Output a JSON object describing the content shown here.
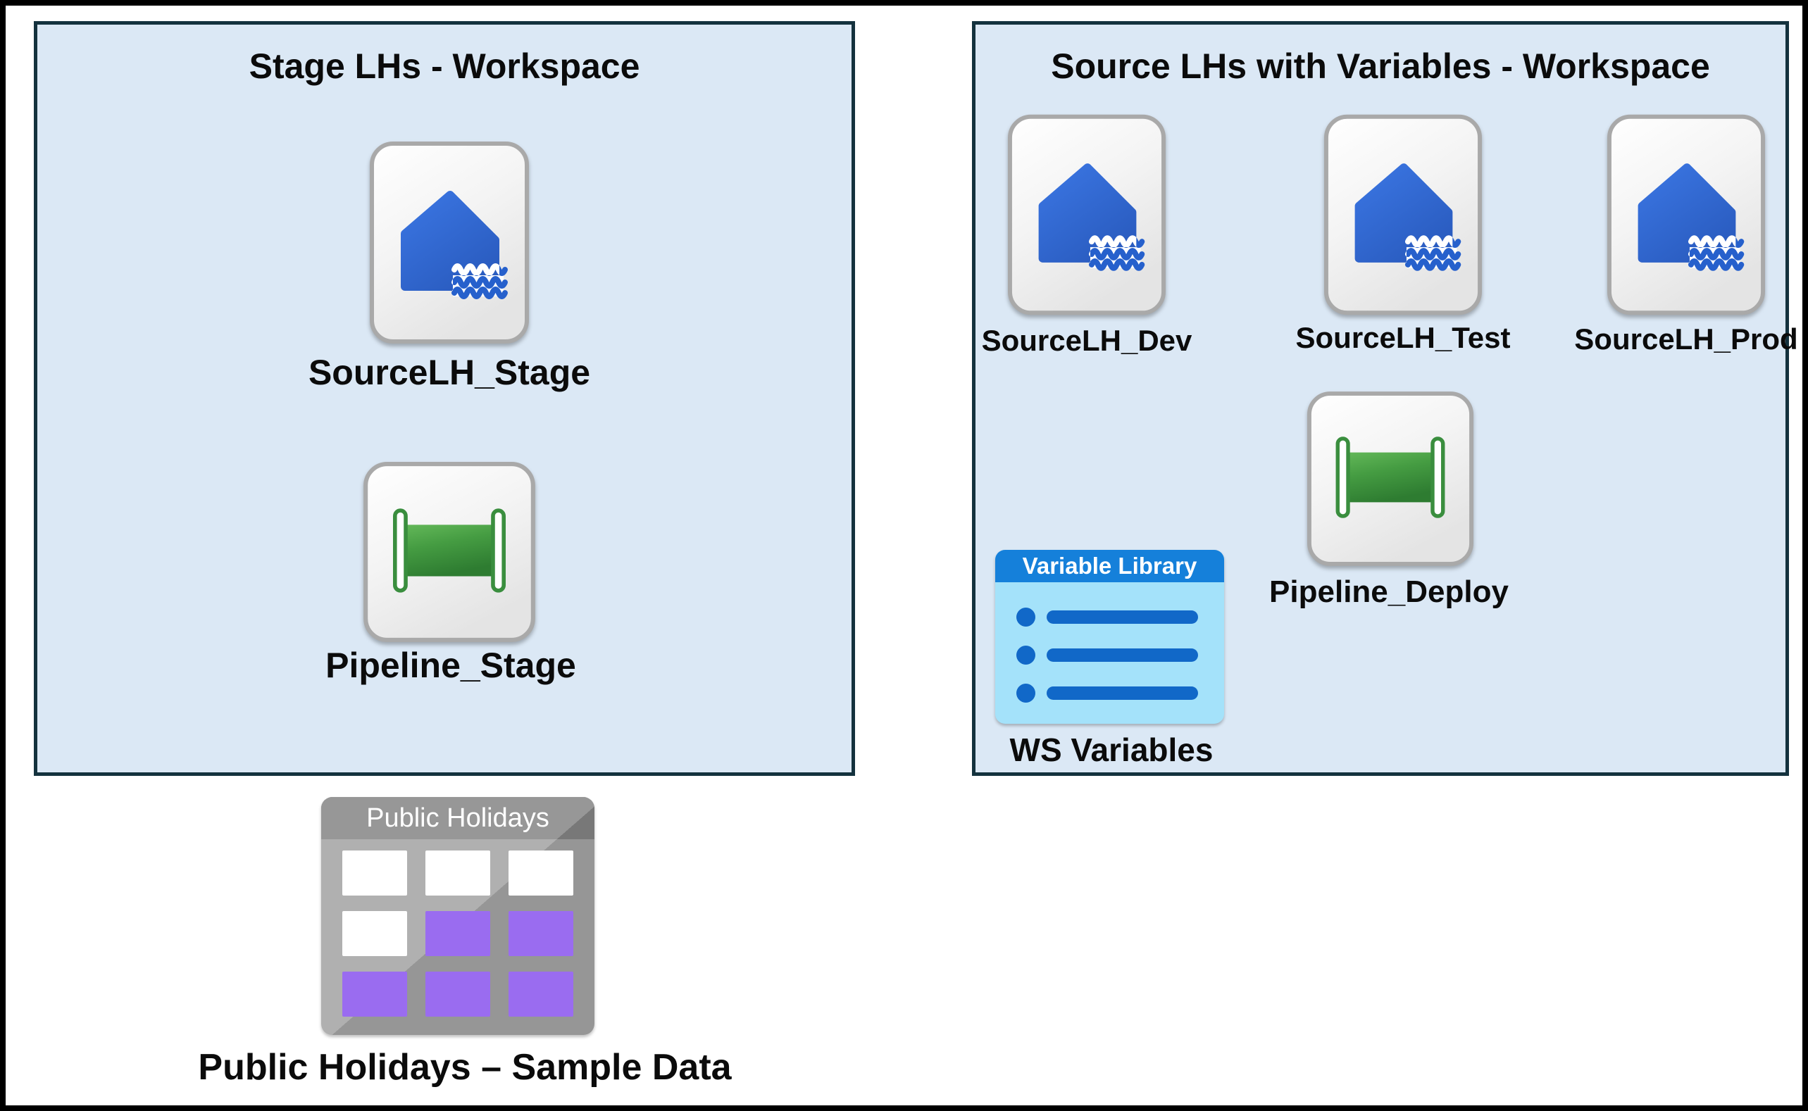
{
  "colors": {
    "workspace_fill": "#dbe8f5",
    "workspace_border": "#14323e",
    "lakehouse_blue": "#2c66d0",
    "pipeline_green": "#3f9540",
    "variable_header_blue": "#1580da",
    "variable_body_cyan": "#a4e2fa",
    "variable_item_blue": "#1168c8",
    "table_body_gray": "#9c9c9c",
    "table_header_gray": "#7d7d7d",
    "table_cell_purple": "#9a6cf0"
  },
  "workspaces": [
    {
      "title": "Stage LHs - Workspace",
      "items": [
        {
          "type": "lakehouse",
          "label": "SourceLH_Stage"
        },
        {
          "type": "pipeline",
          "label": "Pipeline_Stage"
        }
      ]
    },
    {
      "title": "Source LHs with Variables - Workspace",
      "items": [
        {
          "type": "lakehouse",
          "label": "SourceLH_Dev"
        },
        {
          "type": "lakehouse",
          "label": "SourceLH_Test"
        },
        {
          "type": "lakehouse",
          "label": "SourceLH_Prod"
        },
        {
          "type": "pipeline",
          "label": "Pipeline_Deploy"
        },
        {
          "type": "variable-library",
          "header": "Variable Library",
          "label": "WS Variables"
        }
      ]
    }
  ],
  "sample_data": {
    "header": "Public Holidays",
    "label": "Public Holidays – Sample Data"
  }
}
